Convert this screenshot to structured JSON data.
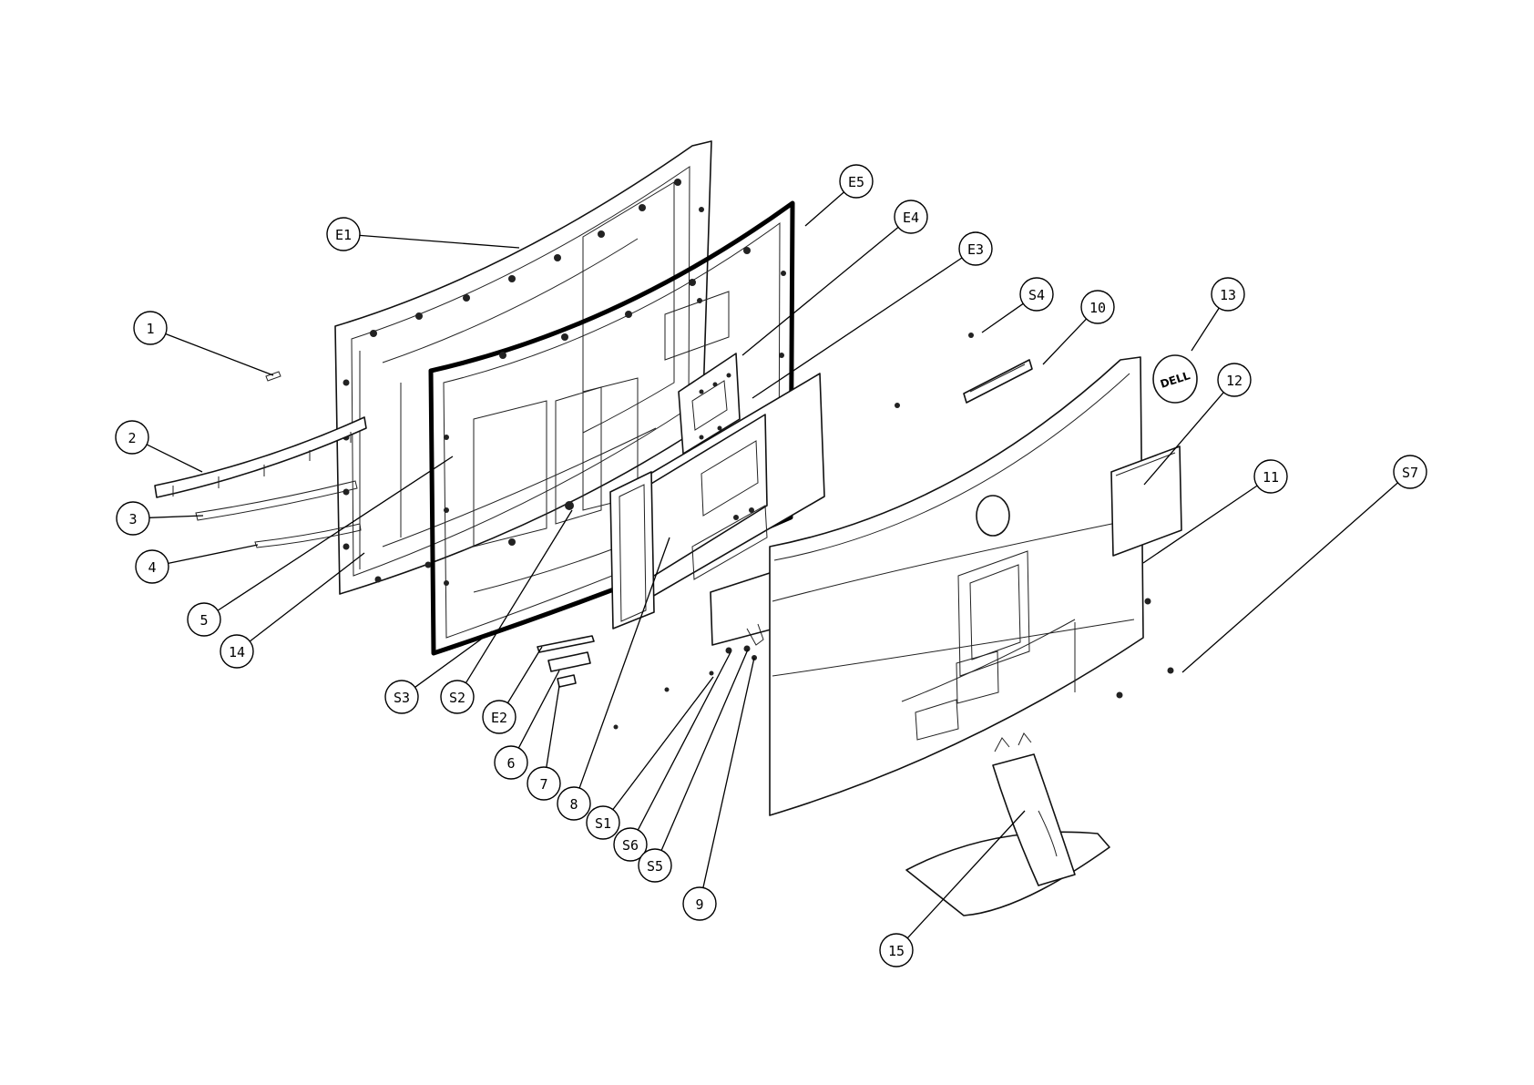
{
  "diagram": {
    "type": "exploded-parts-view",
    "logo_text": "DELL",
    "callouts": [
      {
        "id": "E1",
        "label": "E1"
      },
      {
        "id": "E5",
        "label": "E5"
      },
      {
        "id": "E4",
        "label": "E4"
      },
      {
        "id": "E3",
        "label": "E3"
      },
      {
        "id": "S4",
        "label": "S4"
      },
      {
        "id": "10",
        "label": "10"
      },
      {
        "id": "13",
        "label": "13"
      },
      {
        "id": "12",
        "label": "12"
      },
      {
        "id": "1",
        "label": "1"
      },
      {
        "id": "2",
        "label": "2"
      },
      {
        "id": "3",
        "label": "3"
      },
      {
        "id": "4",
        "label": "4"
      },
      {
        "id": "5",
        "label": "5"
      },
      {
        "id": "14",
        "label": "14"
      },
      {
        "id": "11",
        "label": "11"
      },
      {
        "id": "S7",
        "label": "S7"
      },
      {
        "id": "S3",
        "label": "S3"
      },
      {
        "id": "S2",
        "label": "S2"
      },
      {
        "id": "E2",
        "label": "E2"
      },
      {
        "id": "6",
        "label": "6"
      },
      {
        "id": "7",
        "label": "7"
      },
      {
        "id": "8",
        "label": "8"
      },
      {
        "id": "S1",
        "label": "S1"
      },
      {
        "id": "S6",
        "label": "S6"
      },
      {
        "id": "S5",
        "label": "S5"
      },
      {
        "id": "9",
        "label": "9"
      },
      {
        "id": "15",
        "label": "15"
      }
    ]
  }
}
